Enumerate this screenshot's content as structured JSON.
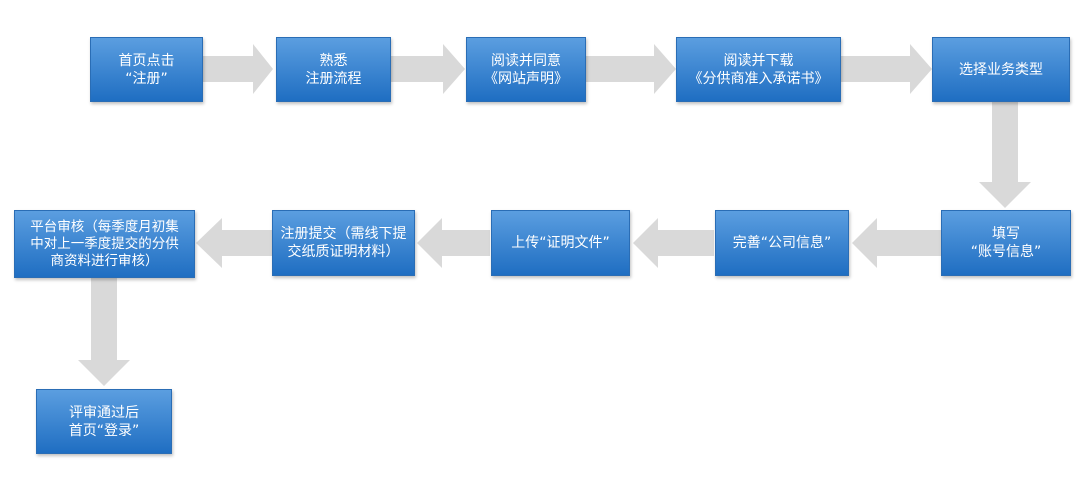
{
  "steps": [
    {
      "id": "s1",
      "label": "首页点击\n“注册”"
    },
    {
      "id": "s2",
      "label": "熟悉\n注册流程"
    },
    {
      "id": "s3",
      "label": "阅读并同意\n《网站声明》"
    },
    {
      "id": "s4",
      "label": "阅读并下载\n《分供商准入承诺书》"
    },
    {
      "id": "s5",
      "label": "选择业务类型"
    },
    {
      "id": "s6",
      "label": "填写\n“账号信息”"
    },
    {
      "id": "s7",
      "label": "完善“公司信息”"
    },
    {
      "id": "s8",
      "label": "上传“证明文件”"
    },
    {
      "id": "s9",
      "label": "注册提交（需线下提\n交纸质证明材料）"
    },
    {
      "id": "s10",
      "label": "平台审核（每季度月初集\n中对上一季度提交的分供\n商资料进行审核）"
    },
    {
      "id": "s11",
      "label": "评审通过后\n首页“登录”"
    }
  ],
  "colors": {
    "box_top": "#5b9ee0",
    "box_bottom": "#1f6ec2",
    "arrow": "#d9d9d9"
  }
}
